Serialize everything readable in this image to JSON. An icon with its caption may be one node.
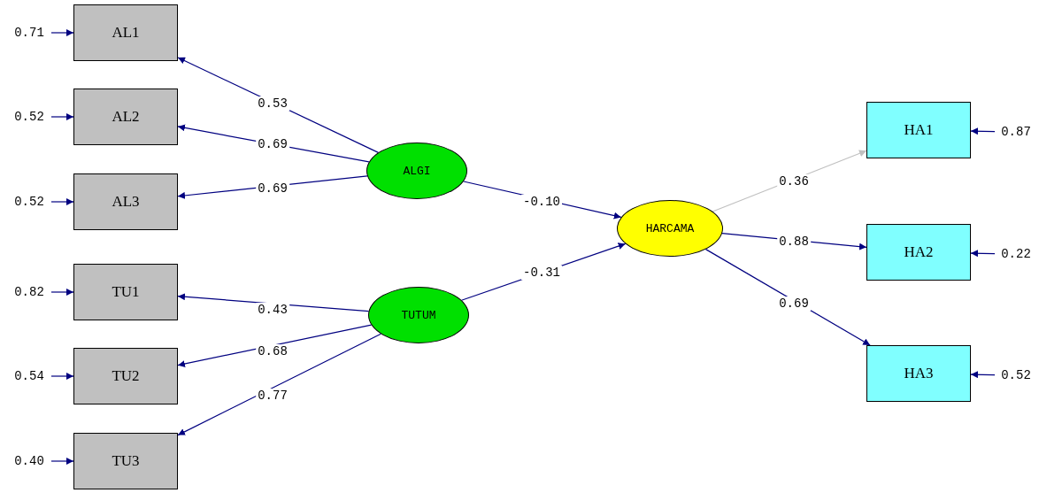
{
  "diagram": {
    "nodes": [
      {
        "text": [
          "0.71"
        ]
      },
      {
        "text": [
          "AL1"
        ]
      },
      {
        "text": [
          "0.52"
        ]
      },
      {
        "text": [
          "AL2"
        ]
      },
      {
        "text": [
          "0.52"
        ]
      },
      {
        "text": [
          "AL3"
        ]
      },
      {
        "text": [
          "0.82"
        ]
      },
      {
        "text": [
          "TU1"
        ]
      },
      {
        "text": [
          "0.54"
        ]
      },
      {
        "text": [
          "TU2"
        ]
      },
      {
        "text": [
          "0.40"
        ]
      },
      {
        "text": [
          "TU3"
        ]
      },
      {
        "text": [
          "ALGI"
        ]
      },
      {
        "text": [
          "TUTUM"
        ]
      },
      {
        "text": [
          "HARCAMA"
        ]
      },
      {
        "text": [
          "HA1"
        ]
      },
      {
        "text": [
          "0.87"
        ]
      },
      {
        "text": [
          "HA2"
        ]
      },
      {
        "text": [
          "0.22"
        ]
      },
      {
        "text": [
          "HA3"
        ]
      },
      {
        "text": [
          "0.52"
        ]
      }
    ],
    "edges": [
      {
        "from": 0,
        "to": 1,
        "arrow": "to"
      },
      {
        "from": 2,
        "to": 3,
        "arrow": "to"
      },
      {
        "from": 4,
        "to": 5,
        "arrow": "to"
      },
      {
        "from": 6,
        "to": 7,
        "arrow": "to"
      },
      {
        "from": 8,
        "to": 9,
        "arrow": "to"
      },
      {
        "from": 10,
        "to": 11,
        "arrow": "to"
      },
      {
        "from": 12,
        "to": 1,
        "arrow": "to",
        "label": "0.53"
      },
      {
        "from": 12,
        "to": 3,
        "arrow": "to",
        "label": "0.69"
      },
      {
        "from": 12,
        "to": 5,
        "arrow": "to",
        "label": "0.69"
      },
      {
        "from": 13,
        "to": 7,
        "arrow": "to",
        "label": "0.43"
      },
      {
        "from": 13,
        "to": 9,
        "arrow": "to",
        "label": "0.68"
      },
      {
        "from": 13,
        "to": 11,
        "arrow": "to",
        "label": "0.77"
      },
      {
        "from": 12,
        "to": 14,
        "arrow": "to",
        "label": "-0.10"
      },
      {
        "from": 13,
        "to": 14,
        "arrow": "to",
        "label": "-0.31"
      },
      {
        "from": 14,
        "to": 15,
        "arrow": "to",
        "label": "0.36",
        "color": "#c0c0c0"
      },
      {
        "from": 14,
        "to": 17,
        "arrow": "to",
        "label": "0.88"
      },
      {
        "from": 14,
        "to": 19,
        "arrow": "to",
        "label": "0.69"
      },
      {
        "from": 16,
        "to": 15,
        "arrow": "to"
      },
      {
        "from": 18,
        "to": 17,
        "arrow": "to"
      },
      {
        "from": 20,
        "to": 19,
        "arrow": "to"
      }
    ]
  }
}
